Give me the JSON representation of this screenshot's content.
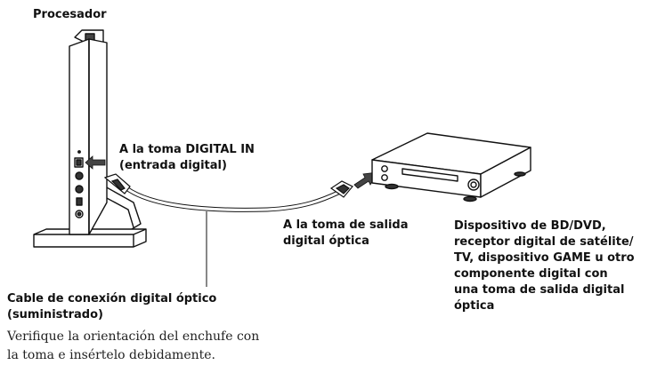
{
  "labels": {
    "processor": "Procesador",
    "digital_in_line1": "A la toma DIGITAL IN",
    "digital_in_line2": "(entrada digital)",
    "optical_out_line1": "A la toma de salida",
    "optical_out_line2": "digital óptica",
    "cable_line1": "Cable de conexión digital óptico",
    "cable_line2": "(suministrado)",
    "device_lines": [
      "Dispositivo de BD/DVD,",
      "receptor digital de satélite/",
      "TV, dispositivo GAME u otro",
      "componente digital con",
      "una toma de salida digital",
      "óptica"
    ]
  },
  "note": {
    "line1": "Verifique la orientación del enchufe con",
    "line2": "la toma e insértelo debidamente."
  }
}
